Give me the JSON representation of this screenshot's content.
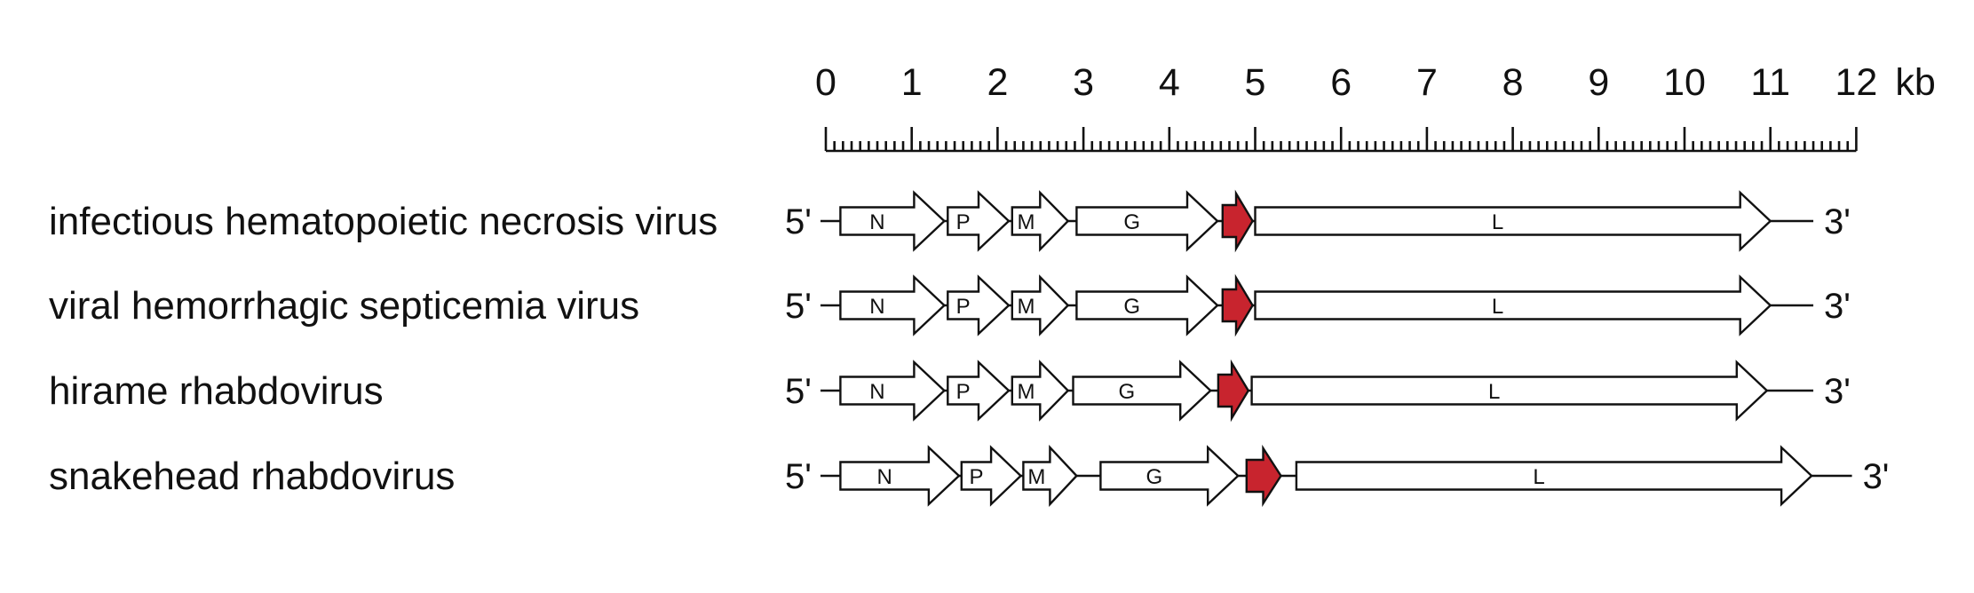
{
  "scale": {
    "unit": "kb",
    "min": 0,
    "max": 12,
    "major_ticks": [
      0,
      1,
      2,
      3,
      4,
      5,
      6,
      7,
      8,
      9,
      10,
      11,
      12
    ],
    "minor_divisions_per_kb": 10
  },
  "colors": {
    "gene_fill": "#ffffff",
    "highlight_fill": "#c8242e",
    "stroke": "#111111"
  },
  "rows": [
    {
      "name": "infectious hematopoietic necrosis virus",
      "left_end": "5'",
      "right_end": "3'",
      "genome_end_kb": 11.5,
      "genes": [
        {
          "label": "N",
          "start_kb": 0.17,
          "end_kb": 1.38
        },
        {
          "label": "P",
          "start_kb": 1.42,
          "end_kb": 2.13
        },
        {
          "label": "M",
          "start_kb": 2.17,
          "end_kb": 2.82
        },
        {
          "label": "G",
          "start_kb": 2.92,
          "end_kb": 4.56
        },
        {
          "label": "",
          "start_kb": 4.62,
          "end_kb": 4.97,
          "highlight": true
        },
        {
          "label": "L",
          "start_kb": 5.0,
          "end_kb": 11.0
        }
      ]
    },
    {
      "name": "viral hemorrhagic septicemia virus",
      "left_end": "5'",
      "right_end": "3'",
      "genome_end_kb": 11.5,
      "genes": [
        {
          "label": "N",
          "start_kb": 0.17,
          "end_kb": 1.38
        },
        {
          "label": "P",
          "start_kb": 1.42,
          "end_kb": 2.13
        },
        {
          "label": "M",
          "start_kb": 2.17,
          "end_kb": 2.82
        },
        {
          "label": "G",
          "start_kb": 2.92,
          "end_kb": 4.56
        },
        {
          "label": "",
          "start_kb": 4.62,
          "end_kb": 4.97,
          "highlight": true
        },
        {
          "label": "L",
          "start_kb": 5.0,
          "end_kb": 11.0
        }
      ]
    },
    {
      "name": "hirame rhabdovirus",
      "left_end": "5'",
      "right_end": "3'",
      "genome_end_kb": 11.5,
      "genes": [
        {
          "label": "N",
          "start_kb": 0.17,
          "end_kb": 1.38
        },
        {
          "label": "P",
          "start_kb": 1.42,
          "end_kb": 2.13
        },
        {
          "label": "M",
          "start_kb": 2.17,
          "end_kb": 2.82
        },
        {
          "label": "G",
          "start_kb": 2.88,
          "end_kb": 4.48
        },
        {
          "label": "",
          "start_kb": 4.57,
          "end_kb": 4.92,
          "highlight": true
        },
        {
          "label": "L",
          "start_kb": 4.96,
          "end_kb": 10.96
        }
      ]
    },
    {
      "name": "snakehead rhabdovirus",
      "left_end": "5'",
      "right_end": "3'",
      "genome_end_kb": 11.95,
      "genes": [
        {
          "label": "N",
          "start_kb": 0.17,
          "end_kb": 1.55
        },
        {
          "label": "P",
          "start_kb": 1.58,
          "end_kb": 2.27
        },
        {
          "label": "M",
          "start_kb": 2.3,
          "end_kb": 2.92
        },
        {
          "label": "G",
          "start_kb": 3.2,
          "end_kb": 4.8
        },
        {
          "label": "",
          "start_kb": 4.9,
          "end_kb": 5.3,
          "highlight": true
        },
        {
          "label": "L",
          "start_kb": 5.48,
          "end_kb": 11.48
        }
      ]
    }
  ]
}
